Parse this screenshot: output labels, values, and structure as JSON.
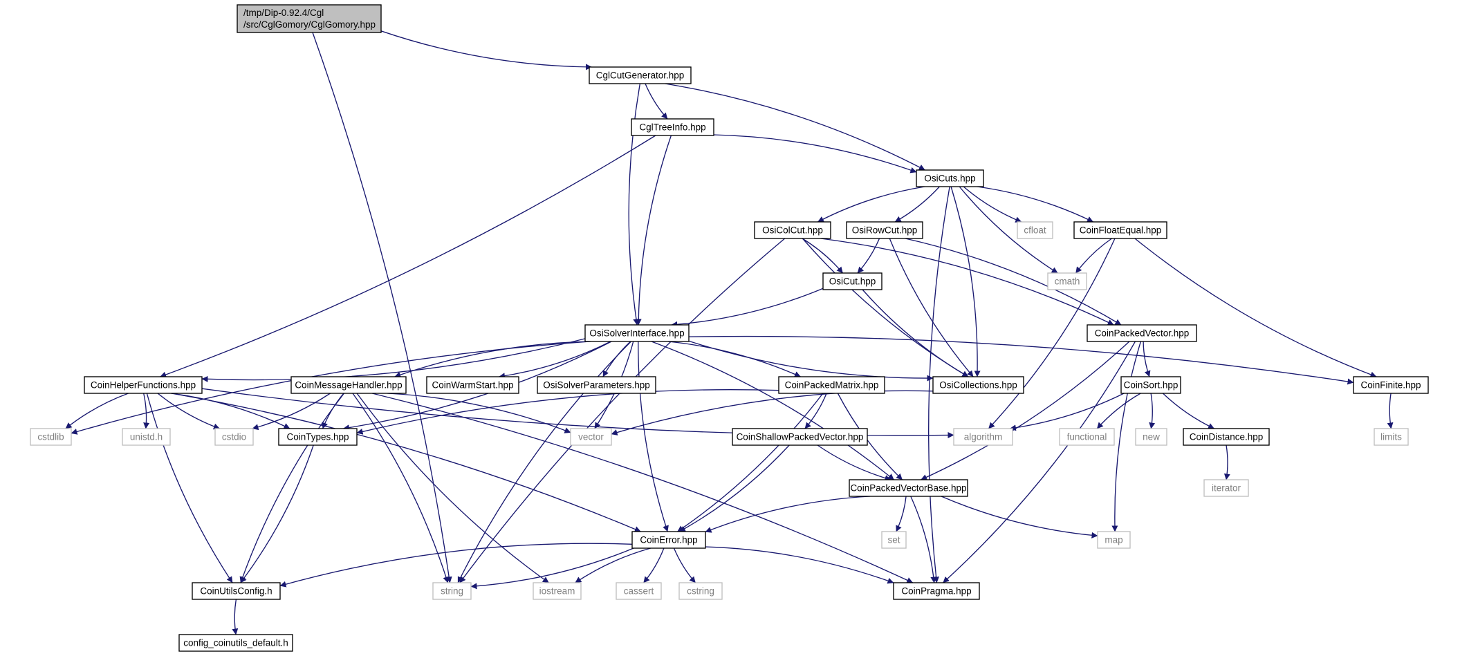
{
  "nodes": [
    {
      "id": "root",
      "lines": [
        "/tmp/Dip-0.92.4/Cgl",
        "/src/CglGomory/CglGomory.hpp"
      ],
      "kind": "root"
    },
    {
      "id": "cglcutgen",
      "lines": [
        "CglCutGenerator.hpp"
      ],
      "kind": "file"
    },
    {
      "id": "cgltreeinfo",
      "lines": [
        "CglTreeInfo.hpp"
      ],
      "kind": "file"
    },
    {
      "id": "osicuts",
      "lines": [
        "OsiCuts.hpp"
      ],
      "kind": "file"
    },
    {
      "id": "osicolcut",
      "lines": [
        "OsiColCut.hpp"
      ],
      "kind": "file"
    },
    {
      "id": "osirowcut",
      "lines": [
        "OsiRowCut.hpp"
      ],
      "kind": "file"
    },
    {
      "id": "cfloat",
      "lines": [
        "cfloat"
      ],
      "kind": "ext"
    },
    {
      "id": "coinfloatequal",
      "lines": [
        "CoinFloatEqual.hpp"
      ],
      "kind": "file"
    },
    {
      "id": "cmath",
      "lines": [
        "cmath"
      ],
      "kind": "ext"
    },
    {
      "id": "osicut",
      "lines": [
        "OsiCut.hpp"
      ],
      "kind": "file"
    },
    {
      "id": "osisolver",
      "lines": [
        "OsiSolverInterface.hpp"
      ],
      "kind": "file"
    },
    {
      "id": "coinpackedvector",
      "lines": [
        "CoinPackedVector.hpp"
      ],
      "kind": "file"
    },
    {
      "id": "coinhelper",
      "lines": [
        "CoinHelperFunctions.hpp"
      ],
      "kind": "file"
    },
    {
      "id": "coinmessage",
      "lines": [
        "CoinMessageHandler.hpp"
      ],
      "kind": "file"
    },
    {
      "id": "coinwarm",
      "lines": [
        "CoinWarmStart.hpp"
      ],
      "kind": "file"
    },
    {
      "id": "osisolverparams",
      "lines": [
        "OsiSolverParameters.hpp"
      ],
      "kind": "file"
    },
    {
      "id": "coinpackedmatrix",
      "lines": [
        "CoinPackedMatrix.hpp"
      ],
      "kind": "file"
    },
    {
      "id": "osicollections",
      "lines": [
        "OsiCollections.hpp"
      ],
      "kind": "file"
    },
    {
      "id": "coinsort",
      "lines": [
        "CoinSort.hpp"
      ],
      "kind": "file"
    },
    {
      "id": "coinfinite",
      "lines": [
        "CoinFinite.hpp"
      ],
      "kind": "file"
    },
    {
      "id": "cstdlib",
      "lines": [
        "cstdlib"
      ],
      "kind": "ext"
    },
    {
      "id": "unistd",
      "lines": [
        "unistd.h"
      ],
      "kind": "ext"
    },
    {
      "id": "cstdio",
      "lines": [
        "cstdio"
      ],
      "kind": "ext"
    },
    {
      "id": "cointypes",
      "lines": [
        "CoinTypes.hpp"
      ],
      "kind": "file"
    },
    {
      "id": "vector",
      "lines": [
        "vector"
      ],
      "kind": "ext"
    },
    {
      "id": "coinshallow",
      "lines": [
        "CoinShallowPackedVector.hpp"
      ],
      "kind": "file"
    },
    {
      "id": "algorithm",
      "lines": [
        "algorithm"
      ],
      "kind": "ext"
    },
    {
      "id": "functional",
      "lines": [
        "functional"
      ],
      "kind": "ext"
    },
    {
      "id": "new",
      "lines": [
        "new"
      ],
      "kind": "ext"
    },
    {
      "id": "coindistance",
      "lines": [
        "CoinDistance.hpp"
      ],
      "kind": "file"
    },
    {
      "id": "limits",
      "lines": [
        "limits"
      ],
      "kind": "ext"
    },
    {
      "id": "coinpackedvectorbase",
      "lines": [
        "CoinPackedVectorBase.hpp"
      ],
      "kind": "file"
    },
    {
      "id": "iterator",
      "lines": [
        "iterator"
      ],
      "kind": "ext"
    },
    {
      "id": "coinerror",
      "lines": [
        "CoinError.hpp"
      ],
      "kind": "file"
    },
    {
      "id": "set",
      "lines": [
        "set"
      ],
      "kind": "ext"
    },
    {
      "id": "map",
      "lines": [
        "map"
      ],
      "kind": "ext"
    },
    {
      "id": "coinutilsconfig",
      "lines": [
        "CoinUtilsConfig.h"
      ],
      "kind": "file"
    },
    {
      "id": "string",
      "lines": [
        "string"
      ],
      "kind": "ext"
    },
    {
      "id": "iostream",
      "lines": [
        "iostream"
      ],
      "kind": "ext"
    },
    {
      "id": "cassert",
      "lines": [
        "cassert"
      ],
      "kind": "ext"
    },
    {
      "id": "cstring",
      "lines": [
        "cstring"
      ],
      "kind": "ext"
    },
    {
      "id": "coinpragma",
      "lines": [
        "CoinPragma.hpp"
      ],
      "kind": "file"
    },
    {
      "id": "configdefault",
      "lines": [
        "config_coinutils_default.h"
      ],
      "kind": "file"
    }
  ],
  "edges": [
    [
      "root",
      "cglcutgen"
    ],
    [
      "root",
      "string"
    ],
    [
      "cglcutgen",
      "cgltreeinfo"
    ],
    [
      "cglcutgen",
      "osicuts"
    ],
    [
      "cglcutgen",
      "osisolver"
    ],
    [
      "cgltreeinfo",
      "osicuts"
    ],
    [
      "cgltreeinfo",
      "osisolver"
    ],
    [
      "cgltreeinfo",
      "coinhelper"
    ],
    [
      "osicuts",
      "osicolcut"
    ],
    [
      "osicuts",
      "osirowcut"
    ],
    [
      "osicuts",
      "cfloat"
    ],
    [
      "osicuts",
      "coinfloatequal"
    ],
    [
      "osicuts",
      "cmath"
    ],
    [
      "osicuts",
      "osicollections"
    ],
    [
      "osicuts",
      "coinpragma"
    ],
    [
      "osicolcut",
      "osicut"
    ],
    [
      "osicolcut",
      "osicollections"
    ],
    [
      "osicolcut",
      "coinpackedvector"
    ],
    [
      "osicolcut",
      "string"
    ],
    [
      "osirowcut",
      "osicut"
    ],
    [
      "osirowcut",
      "osicollections"
    ],
    [
      "osirowcut",
      "coinpackedvector"
    ],
    [
      "coinfloatequal",
      "cmath"
    ],
    [
      "coinfloatequal",
      "algorithm"
    ],
    [
      "coinfloatequal",
      "coinfinite"
    ],
    [
      "osicut",
      "osisolver"
    ],
    [
      "osicut",
      "osicollections"
    ],
    [
      "osisolver",
      "coinhelper"
    ],
    [
      "osisolver",
      "coinmessage"
    ],
    [
      "osisolver",
      "coinwarm"
    ],
    [
      "osisolver",
      "osisolverparams"
    ],
    [
      "osisolver",
      "coinpackedmatrix"
    ],
    [
      "osisolver",
      "osicollections"
    ],
    [
      "osisolver",
      "coinfinite"
    ],
    [
      "osisolver",
      "cstdlib"
    ],
    [
      "osisolver",
      "cointypes"
    ],
    [
      "osisolver",
      "string"
    ],
    [
      "osisolver",
      "vector"
    ],
    [
      "osisolver",
      "coinerror"
    ],
    [
      "osisolver",
      "coinpackedvectorbase"
    ],
    [
      "coinpackedvector",
      "coinsort"
    ],
    [
      "coinpackedvector",
      "coinpackedvectorbase"
    ],
    [
      "coinpackedvector",
      "map"
    ],
    [
      "coinpackedvector",
      "coinpragma"
    ],
    [
      "coinhelper",
      "cstdlib"
    ],
    [
      "coinhelper",
      "unistd"
    ],
    [
      "coinhelper",
      "cstdio"
    ],
    [
      "coinhelper",
      "cointypes"
    ],
    [
      "coinhelper",
      "algorithm"
    ],
    [
      "coinhelper",
      "coinerror"
    ],
    [
      "coinhelper",
      "coinutilsconfig"
    ],
    [
      "coinmessage",
      "cstdio"
    ],
    [
      "coinmessage",
      "cointypes"
    ],
    [
      "coinmessage",
      "vector"
    ],
    [
      "coinmessage",
      "coinutilsconfig"
    ],
    [
      "coinmessage",
      "string"
    ],
    [
      "coinmessage",
      "iostream"
    ],
    [
      "coinmessage",
      "coinpragma"
    ],
    [
      "coinpackedmatrix",
      "cointypes"
    ],
    [
      "coinpackedmatrix",
      "coinshallow"
    ],
    [
      "coinpackedmatrix",
      "coinpackedvectorbase"
    ],
    [
      "coinpackedmatrix",
      "coinerror"
    ],
    [
      "osicollections",
      "vector"
    ],
    [
      "coinsort",
      "algorithm"
    ],
    [
      "coinsort",
      "functional"
    ],
    [
      "coinsort",
      "new"
    ],
    [
      "coinsort",
      "coindistance"
    ],
    [
      "coindistance",
      "iterator"
    ],
    [
      "coinfinite",
      "limits"
    ],
    [
      "cointypes",
      "coinutilsconfig"
    ],
    [
      "coinshallow",
      "coinpackedvectorbase"
    ],
    [
      "coinshallow",
      "coinerror"
    ],
    [
      "coinpackedvectorbase",
      "coinerror"
    ],
    [
      "coinpackedvectorbase",
      "set"
    ],
    [
      "coinpackedvectorbase",
      "map"
    ],
    [
      "coinpackedvectorbase",
      "coinpragma"
    ],
    [
      "coinerror",
      "coinutilsconfig"
    ],
    [
      "coinerror",
      "string"
    ],
    [
      "coinerror",
      "iostream"
    ],
    [
      "coinerror",
      "cassert"
    ],
    [
      "coinerror",
      "cstring"
    ],
    [
      "coinerror",
      "coinpragma"
    ],
    [
      "coinutilsconfig",
      "configdefault"
    ]
  ]
}
